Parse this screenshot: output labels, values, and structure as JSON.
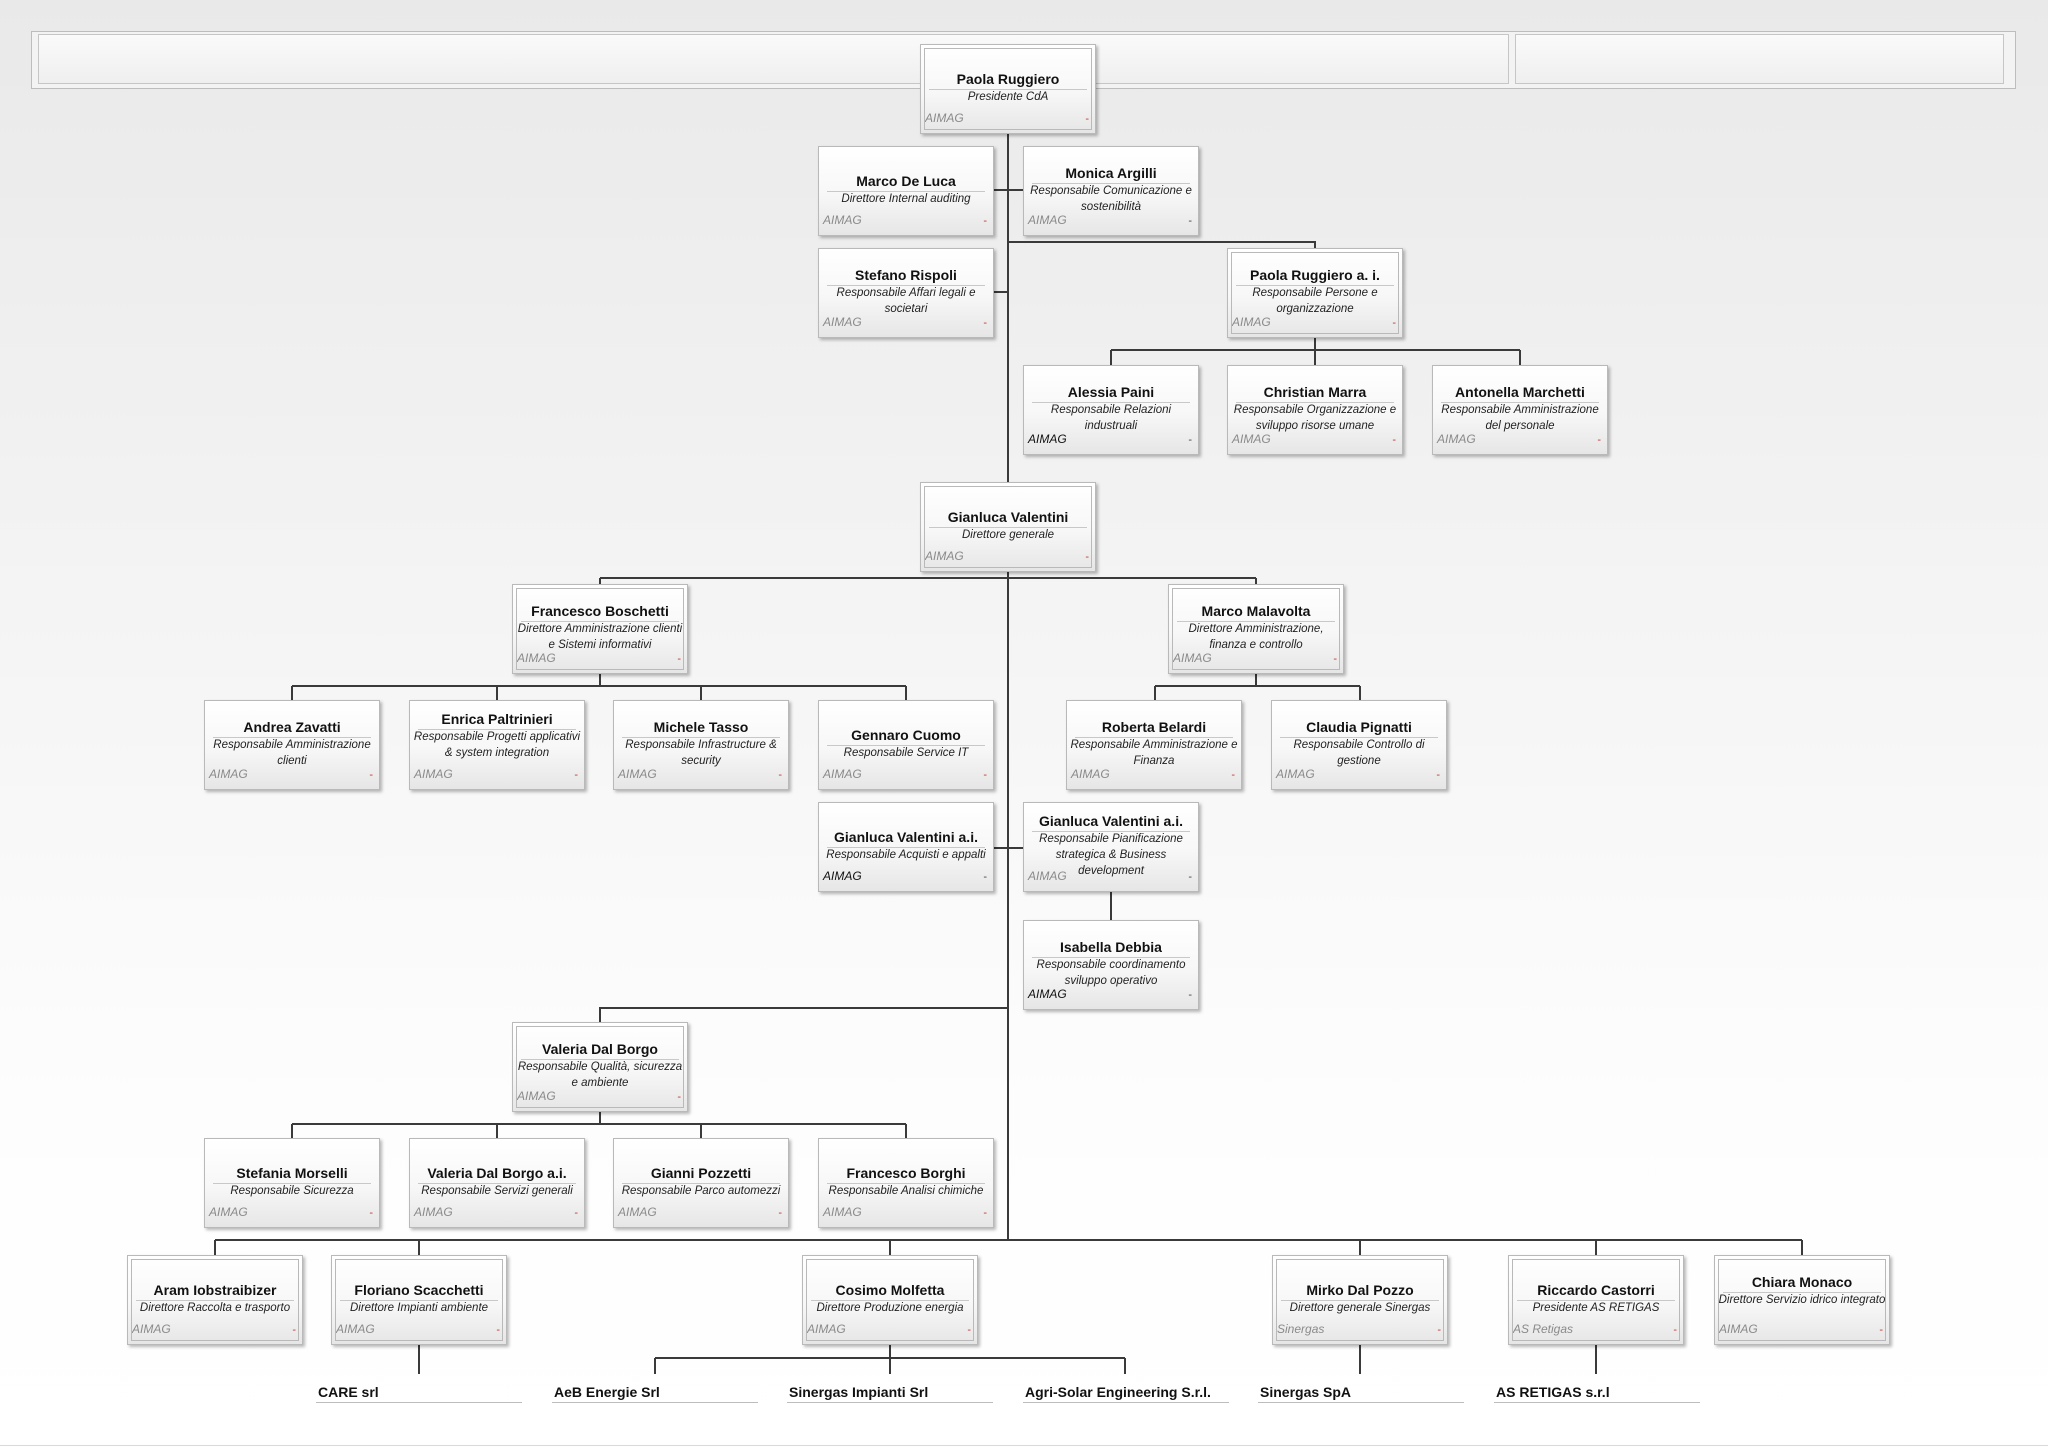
{
  "cards": [
    {
      "id": "ruggiero-presidente",
      "name": "Paola Ruggiero",
      "role": "Presidente CdA",
      "org": "AIMAG",
      "dash": "-"
    },
    {
      "id": "de-luca",
      "name": "Marco De Luca",
      "role": "Direttore Internal auditing",
      "org": "AIMAG",
      "dash": "-"
    },
    {
      "id": "argilli",
      "name": "Monica Argilli",
      "role": "Responsabile Comunicazione e sostenibilità",
      "org": "AIMAG",
      "dash": "-"
    },
    {
      "id": "rispoli",
      "name": "Stefano Rispoli",
      "role": "Responsabile Affari legali e societari",
      "org": "AIMAG",
      "dash": "-"
    },
    {
      "id": "ruggiero-ai",
      "name": "Paola Ruggiero a. i.",
      "role": "Responsabile Persone e organizzazione",
      "org": "AIMAG",
      "dash": "-"
    },
    {
      "id": "paini",
      "name": "Alessia Paini",
      "role": "Responsabile Relazioni industruali",
      "org": "AIMAG",
      "dash": "-"
    },
    {
      "id": "marra",
      "name": "Christian Marra",
      "role": "Responsabile Organizzazione e sviluppo risorse umane",
      "org": "AIMAG",
      "dash": "-"
    },
    {
      "id": "marchetti",
      "name": "Antonella Marchetti",
      "role": "Responsabile Amministrazione del personale",
      "org": "AIMAG",
      "dash": "-"
    },
    {
      "id": "valentini-dg",
      "name": "Gianluca Valentini",
      "role": "Direttore generale",
      "org": "AIMAG",
      "dash": "-"
    },
    {
      "id": "boschetti",
      "name": "Francesco Boschetti",
      "role": "Direttore Amministrazione clienti e Sistemi informativi",
      "org": "AIMAG",
      "dash": "-"
    },
    {
      "id": "malavolta",
      "name": "Marco Malavolta",
      "role": "Direttore Amministrazione, finanza e controllo",
      "org": "AIMAG",
      "dash": "-"
    },
    {
      "id": "zavatti",
      "name": "Andrea Zavatti",
      "role": "Responsabile Amministrazione clienti",
      "org": "AIMAG",
      "dash": "-"
    },
    {
      "id": "paltrinieri",
      "name": "Enrica Paltrinieri",
      "role": "Responsabile Progetti applicativi & system integration",
      "org": "AIMAG",
      "dash": "-"
    },
    {
      "id": "tasso",
      "name": "Michele Tasso",
      "role": "Responsabile Infrastructure & security",
      "org": "AIMAG",
      "dash": "-"
    },
    {
      "id": "cuomo",
      "name": "Gennaro Cuomo",
      "role": "Responsabile Service IT",
      "org": "AIMAG",
      "dash": "-"
    },
    {
      "id": "belardi",
      "name": "Roberta Belardi",
      "role": "Responsabile Amministrazione e Finanza",
      "org": "AIMAG",
      "dash": "-"
    },
    {
      "id": "pignatti",
      "name": "Claudia Pignatti",
      "role": "Responsabile Controllo di gestione",
      "org": "AIMAG",
      "dash": "-"
    },
    {
      "id": "valentini-acquisti",
      "name": "Gianluca Valentini a.i.",
      "role": "Responsabile Acquisti e appalti",
      "org": "AIMAG",
      "dash": "-"
    },
    {
      "id": "valentini-pianificazione",
      "name": "Gianluca Valentini a.i.",
      "role": "Responsabile Pianificazione strategica & Business development",
      "org": "AIMAG",
      "dash": "-"
    },
    {
      "id": "debbia",
      "name": "Isabella Debbia",
      "role": "Responsabile coordinamento sviluppo operativo",
      "org": "AIMAG",
      "dash": "-"
    },
    {
      "id": "dal-borgo",
      "name": "Valeria Dal Borgo",
      "role": "Responsabile Qualità, sicurezza e ambiente",
      "org": "AIMAG",
      "dash": "-"
    },
    {
      "id": "morselli",
      "name": "Stefania Morselli",
      "role": "Responsabile Sicurezza",
      "org": "AIMAG",
      "dash": "-"
    },
    {
      "id": "dal-borgo-ai",
      "name": "Valeria Dal Borgo a.i.",
      "role": "Responsabile Servizi generali",
      "org": "AIMAG",
      "dash": "-"
    },
    {
      "id": "pozzetti",
      "name": "Gianni Pozzetti",
      "role": "Responsabile Parco automezzi",
      "org": "AIMAG",
      "dash": "-"
    },
    {
      "id": "borghi",
      "name": "Francesco Borghi",
      "role": "Responsabile Analisi chimiche",
      "org": "AIMAG",
      "dash": "-"
    },
    {
      "id": "iobstraibizer",
      "name": "Aram Iobstraibizer",
      "role": "Direttore Raccolta e trasporto",
      "org": "AIMAG",
      "dash": "-"
    },
    {
      "id": "scacchetti",
      "name": "Floriano Scacchetti",
      "role": "Direttore Impianti ambiente",
      "org": "AIMAG",
      "dash": "-"
    },
    {
      "id": "molfetta",
      "name": "Cosimo Molfetta",
      "role": "Direttore Produzione energia",
      "org": "AIMAG",
      "dash": "-"
    },
    {
      "id": "dal-pozzo",
      "name": "Mirko Dal Pozzo",
      "role": "Direttore generale Sinergas",
      "org": "Sinergas",
      "dash": "-"
    },
    {
      "id": "castorri",
      "name": "Riccardo Castorri",
      "role": "Presidente AS RETIGAS",
      "org": "AS Retigas",
      "dash": "-"
    },
    {
      "id": "monaco",
      "name": "Chiara Monaco",
      "role": "Direttore Servizio idrico integrato",
      "org": "AIMAG",
      "dash": "-"
    }
  ],
  "companies": [
    {
      "id": "care",
      "label": "CARE srl"
    },
    {
      "id": "aeb",
      "label": "AeB Energie Srl"
    },
    {
      "id": "sinergas-impianti",
      "label": "Sinergas Impianti Srl"
    },
    {
      "id": "agri-solar",
      "label": "Agri-Solar Engineering S.r.l."
    },
    {
      "id": "sinergas-spa",
      "label": "Sinergas SpA"
    },
    {
      "id": "as-retigas",
      "label": "AS RETIGAS s.r.l"
    }
  ]
}
